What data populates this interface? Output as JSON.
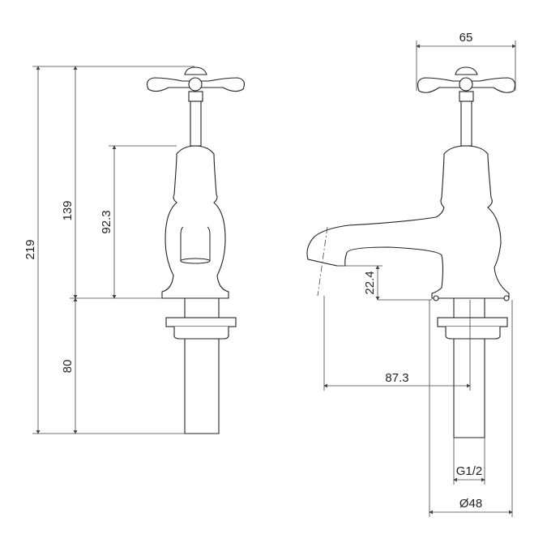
{
  "dimensions": {
    "overall_height": "219",
    "height_to_base": "139",
    "body_height": "92.3",
    "tail_length": "80",
    "handle_width": "65",
    "spout_clearance": "22.4",
    "spout_projection": "87.3",
    "thread": "G1/2",
    "base_diameter": "Ø48"
  }
}
